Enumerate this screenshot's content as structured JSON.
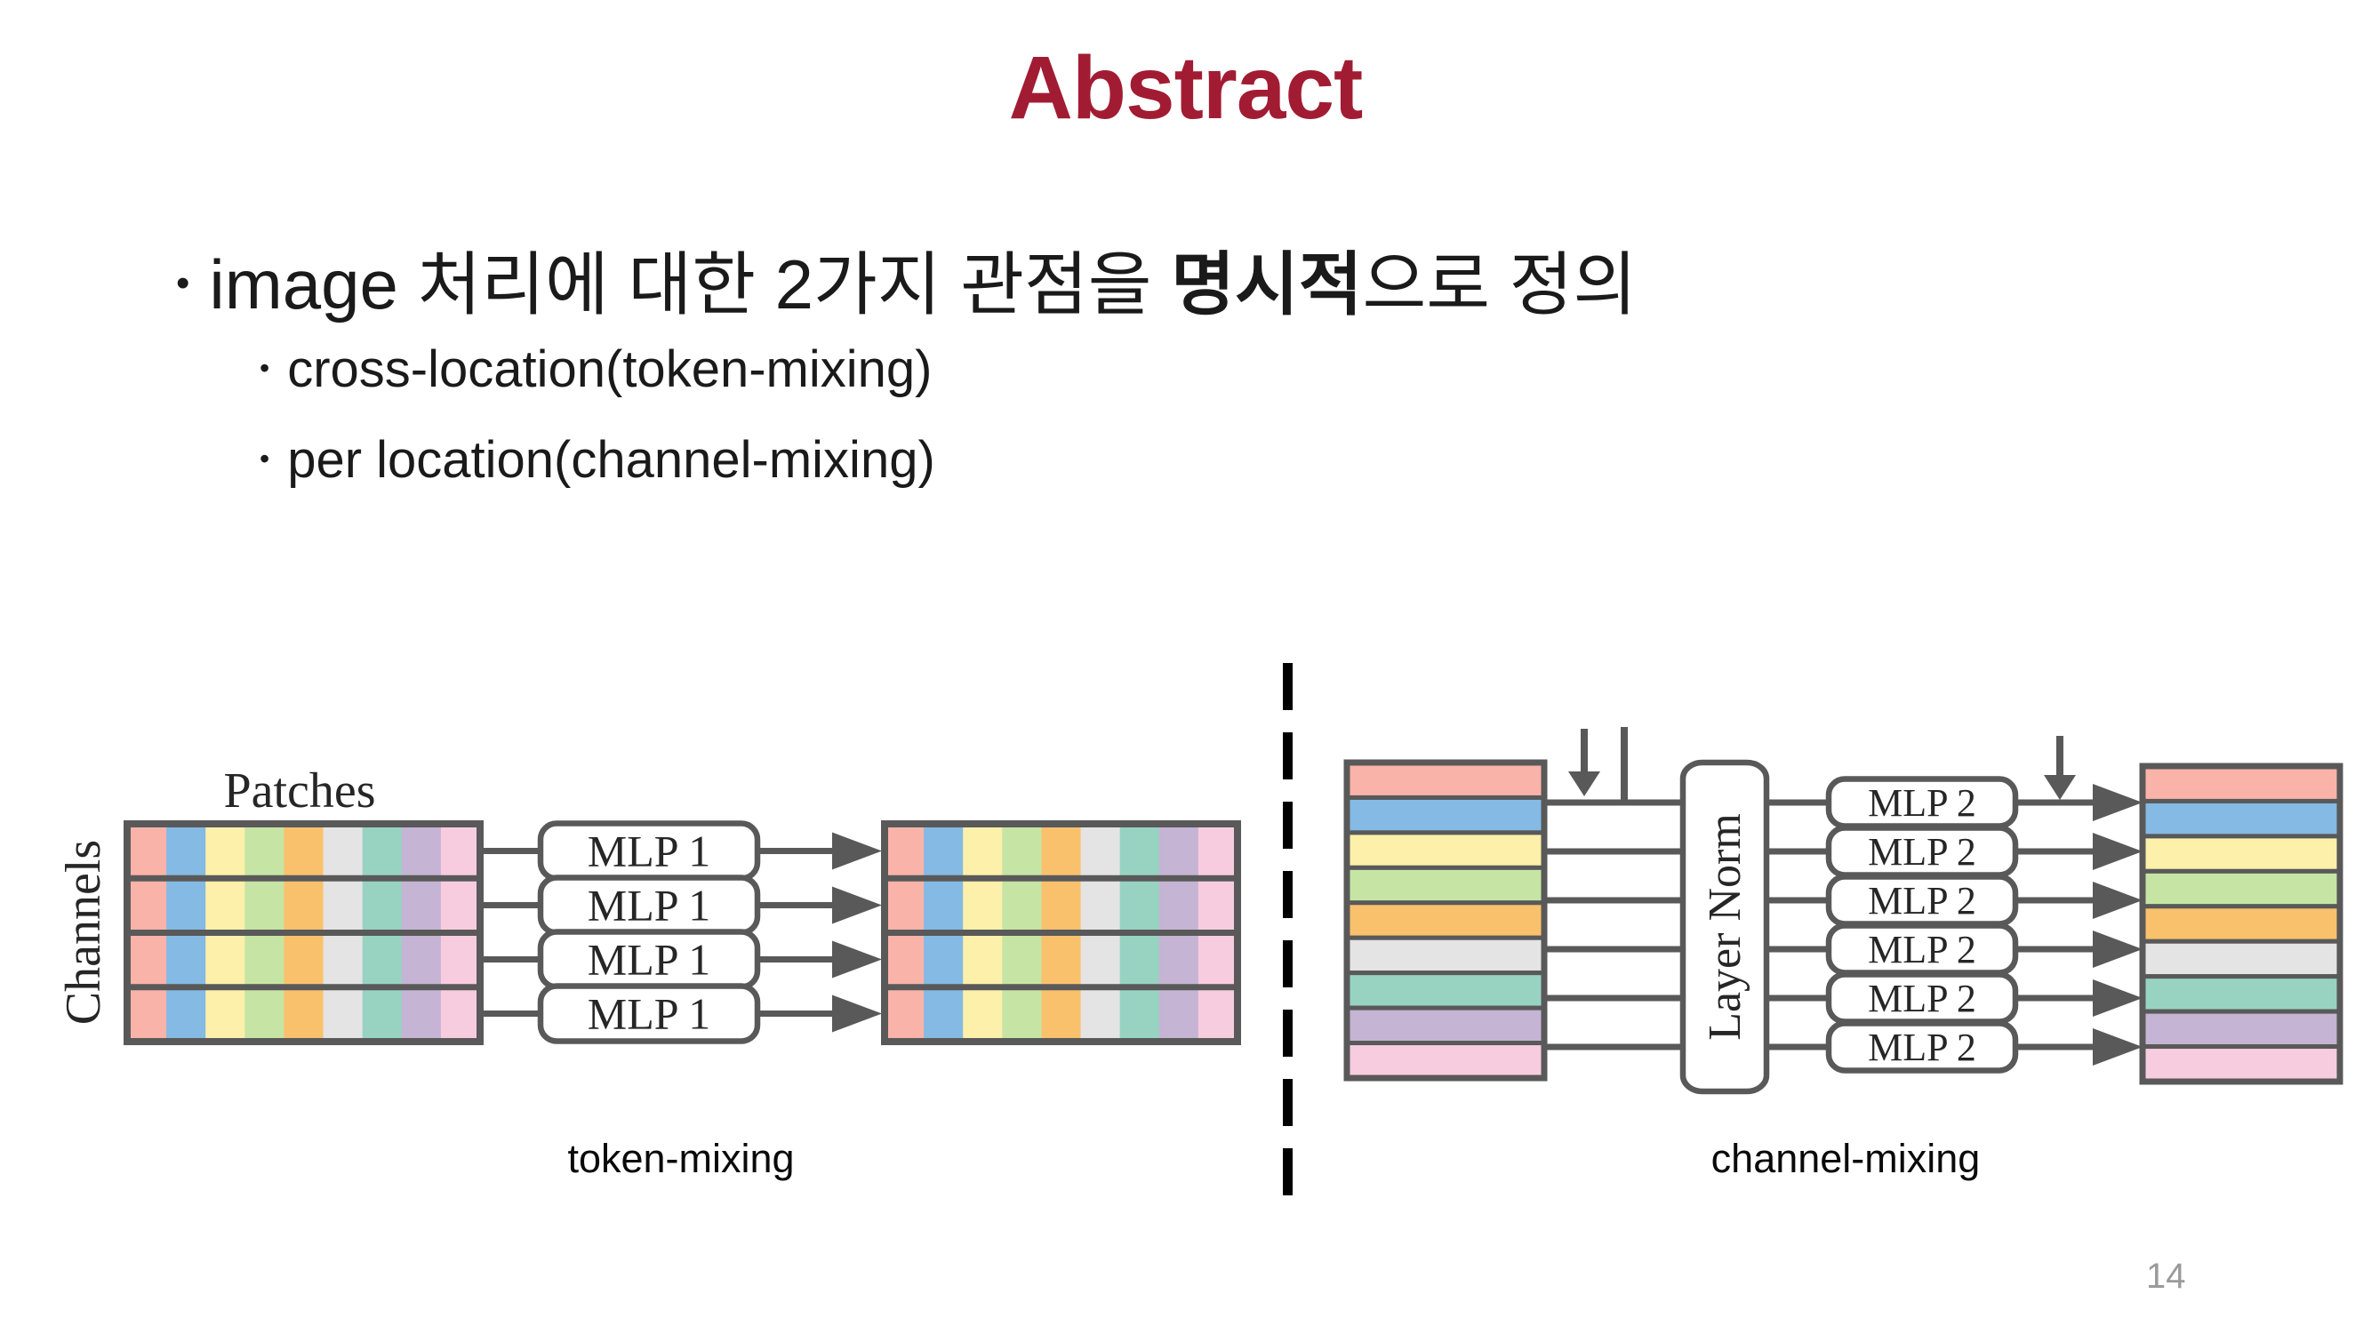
{
  "slide": {
    "title": "Abstract",
    "title_color": "#A11C33",
    "page_number": "14",
    "bullet_char": "•"
  },
  "bullets": {
    "main_prefix": "image 처리에 대한 2가지 관점을 ",
    "main_bold": "명시적",
    "main_suffix": "으로 정의",
    "sub1": "cross-location(token-mixing)",
    "sub2": "per location(channel-mixing)"
  },
  "diagram": {
    "left_caption": "token-mixing",
    "right_caption": "channel-mixing",
    "patches_label": "Patches",
    "channels_label": "Channels",
    "mlp1_label": "MLP 1",
    "mlp2_label": "MLP 2",
    "layer_norm_label": "Layer Norm",
    "mlp1_count": 4,
    "mlp2_count": 6,
    "grid_rows": 4,
    "grid_cols": 9,
    "stack_rows": 9,
    "stroke_color": "#595959",
    "text_color": "#262626",
    "palette": [
      "#FAB3A9",
      "#84BAE4",
      "#FCF0AA",
      "#C6E5A4",
      "#FAC16C",
      "#E4E4E4",
      "#98D3C2",
      "#C5B4D3",
      "#F8CCDF"
    ]
  }
}
